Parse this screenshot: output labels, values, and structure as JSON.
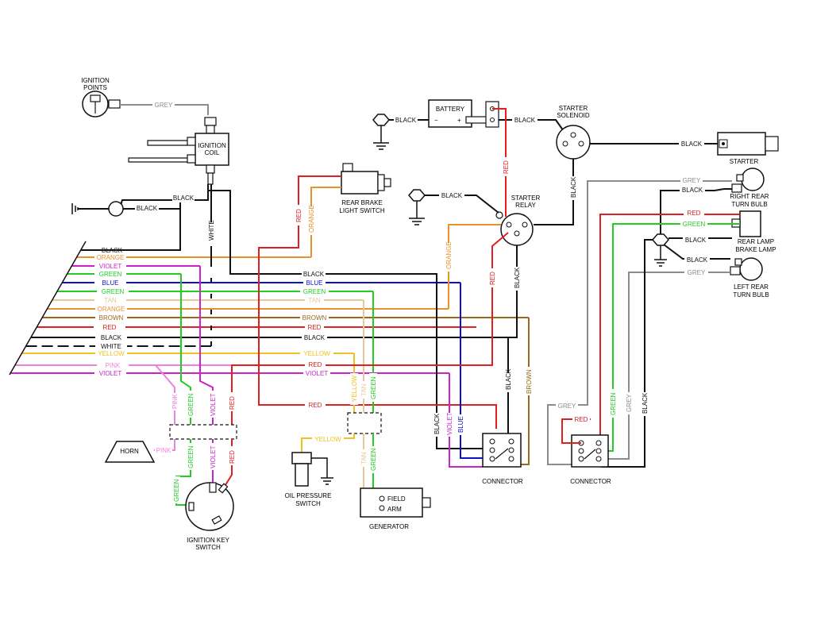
{
  "colors": {
    "black": "#111111",
    "grey": "#8c8c8c",
    "white": "#ffffff",
    "orange": "#e8922a",
    "violet": "#cc22cc",
    "green": "#22cc22",
    "blue": "#1010cc",
    "tan": "#e8c79a",
    "brown": "#9a6a1c",
    "red": "#e02020",
    "yellow": "#f0c020",
    "pink": "#f080e0"
  },
  "components": {
    "ignition_points": [
      "IGNITION",
      "POINTS"
    ],
    "ignition_coil": [
      "IGNITION",
      "COIL"
    ],
    "rear_brake_switch": [
      "REAR BRAKE",
      "LIGHT SWITCH"
    ],
    "battery": "BATTERY",
    "battery_minus": "−",
    "battery_plus": "+",
    "starter_solenoid": [
      "STARTER",
      "SOLENOID"
    ],
    "starter": "STARTER",
    "starter_relay": [
      "STARTER",
      "RELAY"
    ],
    "right_rear_turn": [
      "RIGHT REAR",
      "TURN BULB"
    ],
    "rear_lamp": [
      "REAR LAMP",
      "BRAKE LAMP"
    ],
    "left_rear_turn": [
      "LEFT REAR",
      "TURN BULB"
    ],
    "horn": "HORN",
    "oil_pressure": [
      "OIL PRESSURE",
      "SWITCH"
    ],
    "field": "FIELD",
    "arm": "ARM",
    "generator": "GENERATOR",
    "connector_left": "CONNECTOR",
    "connector_right": "CONNECTOR",
    "ignition_key": [
      "IGNITION KEY",
      "SWITCH"
    ]
  },
  "harness": [
    {
      "label": "BLACK",
      "color": "black"
    },
    {
      "label": "ORANGE",
      "color": "orange"
    },
    {
      "label": "VIOLET",
      "color": "violet"
    },
    {
      "label": "GREEN",
      "color": "green"
    },
    {
      "label": "BLUE",
      "color": "blue"
    },
    {
      "label": "GREEN",
      "color": "green"
    },
    {
      "label": "TAN",
      "color": "tan"
    },
    {
      "label": "ORANGE",
      "color": "orange"
    },
    {
      "label": "BROWN",
      "color": "brown"
    },
    {
      "label": "RED",
      "color": "red"
    },
    {
      "label": "BLACK",
      "color": "black"
    },
    {
      "label": "WHITE",
      "color": "black"
    },
    {
      "label": "YELLOW",
      "color": "yellow"
    },
    {
      "label": "PINK",
      "color": "pink"
    },
    {
      "label": "VIOLET",
      "color": "violet"
    }
  ],
  "wire_labels": {
    "points_grey": "GREY",
    "coil_black": "BLACK",
    "ground_black": "BLACK",
    "coil_white": "WHITE",
    "brake_red": "RED",
    "brake_orange": "ORANGE",
    "batt_black": "BLACK",
    "batt_sol_black": "BLACK",
    "sol_starter_black": "BLACK",
    "sol_relay_red": "RED",
    "sol_relay_black": "BLACK",
    "relay_gnd_black": "BLACK",
    "relay_orange": "ORANGE",
    "relay_red": "RED",
    "relay_black": "BLACK",
    "tail_grey_top": "GREY",
    "tail_black_top": "BLACK",
    "tail_red": "RED",
    "tail_green": "GREEN",
    "tail_black_mid": "BLACK",
    "tail_black_low": "BLACK",
    "tail_grey_low": "GREY",
    "mid_black": "BLACK",
    "mid_blue": "BLUE",
    "mid_green": "GREEN",
    "mid_tan": "TAN",
    "mid_brown": "BROWN",
    "mid_red": "RED",
    "mid_black2": "BLACK",
    "mid_yellow": "YELLOW",
    "mid_red2": "RED",
    "mid_violet": "VIOLET",
    "low_red": "RED",
    "gen_yellow": "YELLOW",
    "gen_tan": "TAN",
    "gen_green": "GREEN",
    "gen_tan2": "TAN",
    "gen_green2": "GREEN",
    "conn_black": "BLACK",
    "conn_violet": "VIOLET",
    "conn_blue": "BLUE",
    "conn_brown": "BROWN",
    "key_pink": "PINK",
    "key_green": "GREEN",
    "key_violet": "VIOLET",
    "key_red": "RED",
    "key_green2": "GREEN",
    "key_violet2": "VIOLET",
    "key_red2": "RED",
    "key_green3": "GREEN",
    "horn_pink": "PINK",
    "rc_grey": "GREY",
    "rc_red": "RED",
    "rc_green": "GREEN",
    "rc_grey2": "GREY",
    "rc_black": "BLACK"
  }
}
